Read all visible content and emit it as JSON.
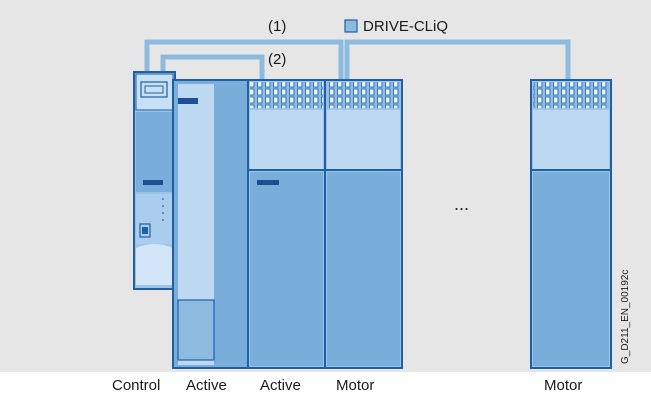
{
  "legend": {
    "label": "DRIVE-CLiQ"
  },
  "connections": [
    "(1)",
    "(2)"
  ],
  "ellipsis": "...",
  "footnote": "G_D211_EN_00192c",
  "captions": [
    "Control",
    "Active",
    "Active",
    "Motor",
    "Motor"
  ],
  "colors": {
    "background": "#e6e6e6",
    "cable": "#8dbbe0",
    "module_outline": "#1f5fa3",
    "module_light": "#bdd9f2",
    "module_mid": "#9cc4ea",
    "module_dark": "#79aedb",
    "marker": "#1e4f92"
  }
}
